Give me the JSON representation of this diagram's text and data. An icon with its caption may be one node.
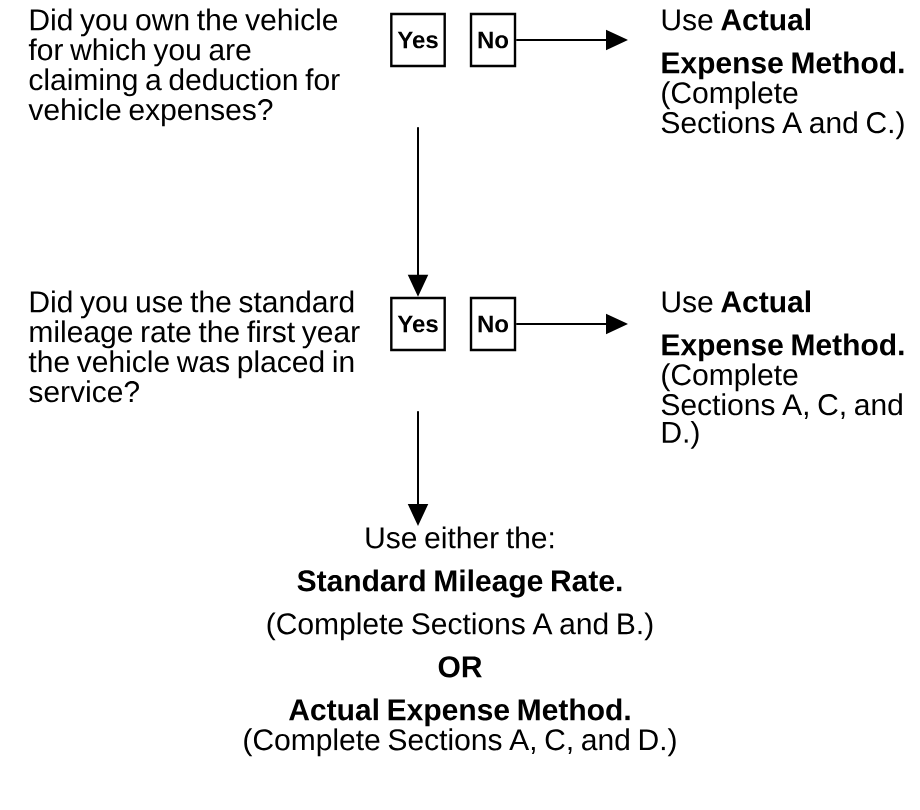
{
  "diagram": {
    "nodes": [
      {
        "text": [
          "Yes"
        ]
      },
      {
        "text": [
          "No"
        ]
      },
      {
        "text": [
          "Use **Actual Expense Method.**",
          "(Complete Sections A and C.)"
        ]
      },
      {
        "text": [
          "Yes"
        ]
      },
      {
        "text": [
          "No"
        ]
      },
      {
        "text": [
          "Use **Actual Expense Method.**",
          "(Complete Sections A, C, and D.)"
        ]
      },
      {
        "text": [
          "Use either the:",
          "Standard Mileage Rate.",
          "(Complete Sections A and B.)",
          "OR",
          "Actual Expense Method.",
          "(Complete Sections A, C, and D.)"
        ]
      }
    ],
    "edges": [
      {
        "from": 1,
        "to": 2,
        "arrow": "to"
      },
      {
        "from": 0,
        "to": 3,
        "arrow": "to"
      },
      {
        "from": 4,
        "to": 5,
        "arrow": "to"
      },
      {
        "from": 3,
        "to": 6,
        "arrow": "to"
      }
    ],
    "labels": [
      "Did you own the vehicle for which you are claiming a deduction for vehicle expenses?",
      "Did you use the standard mileage rate the first year the vehicle was placed in service?"
    ]
  }
}
